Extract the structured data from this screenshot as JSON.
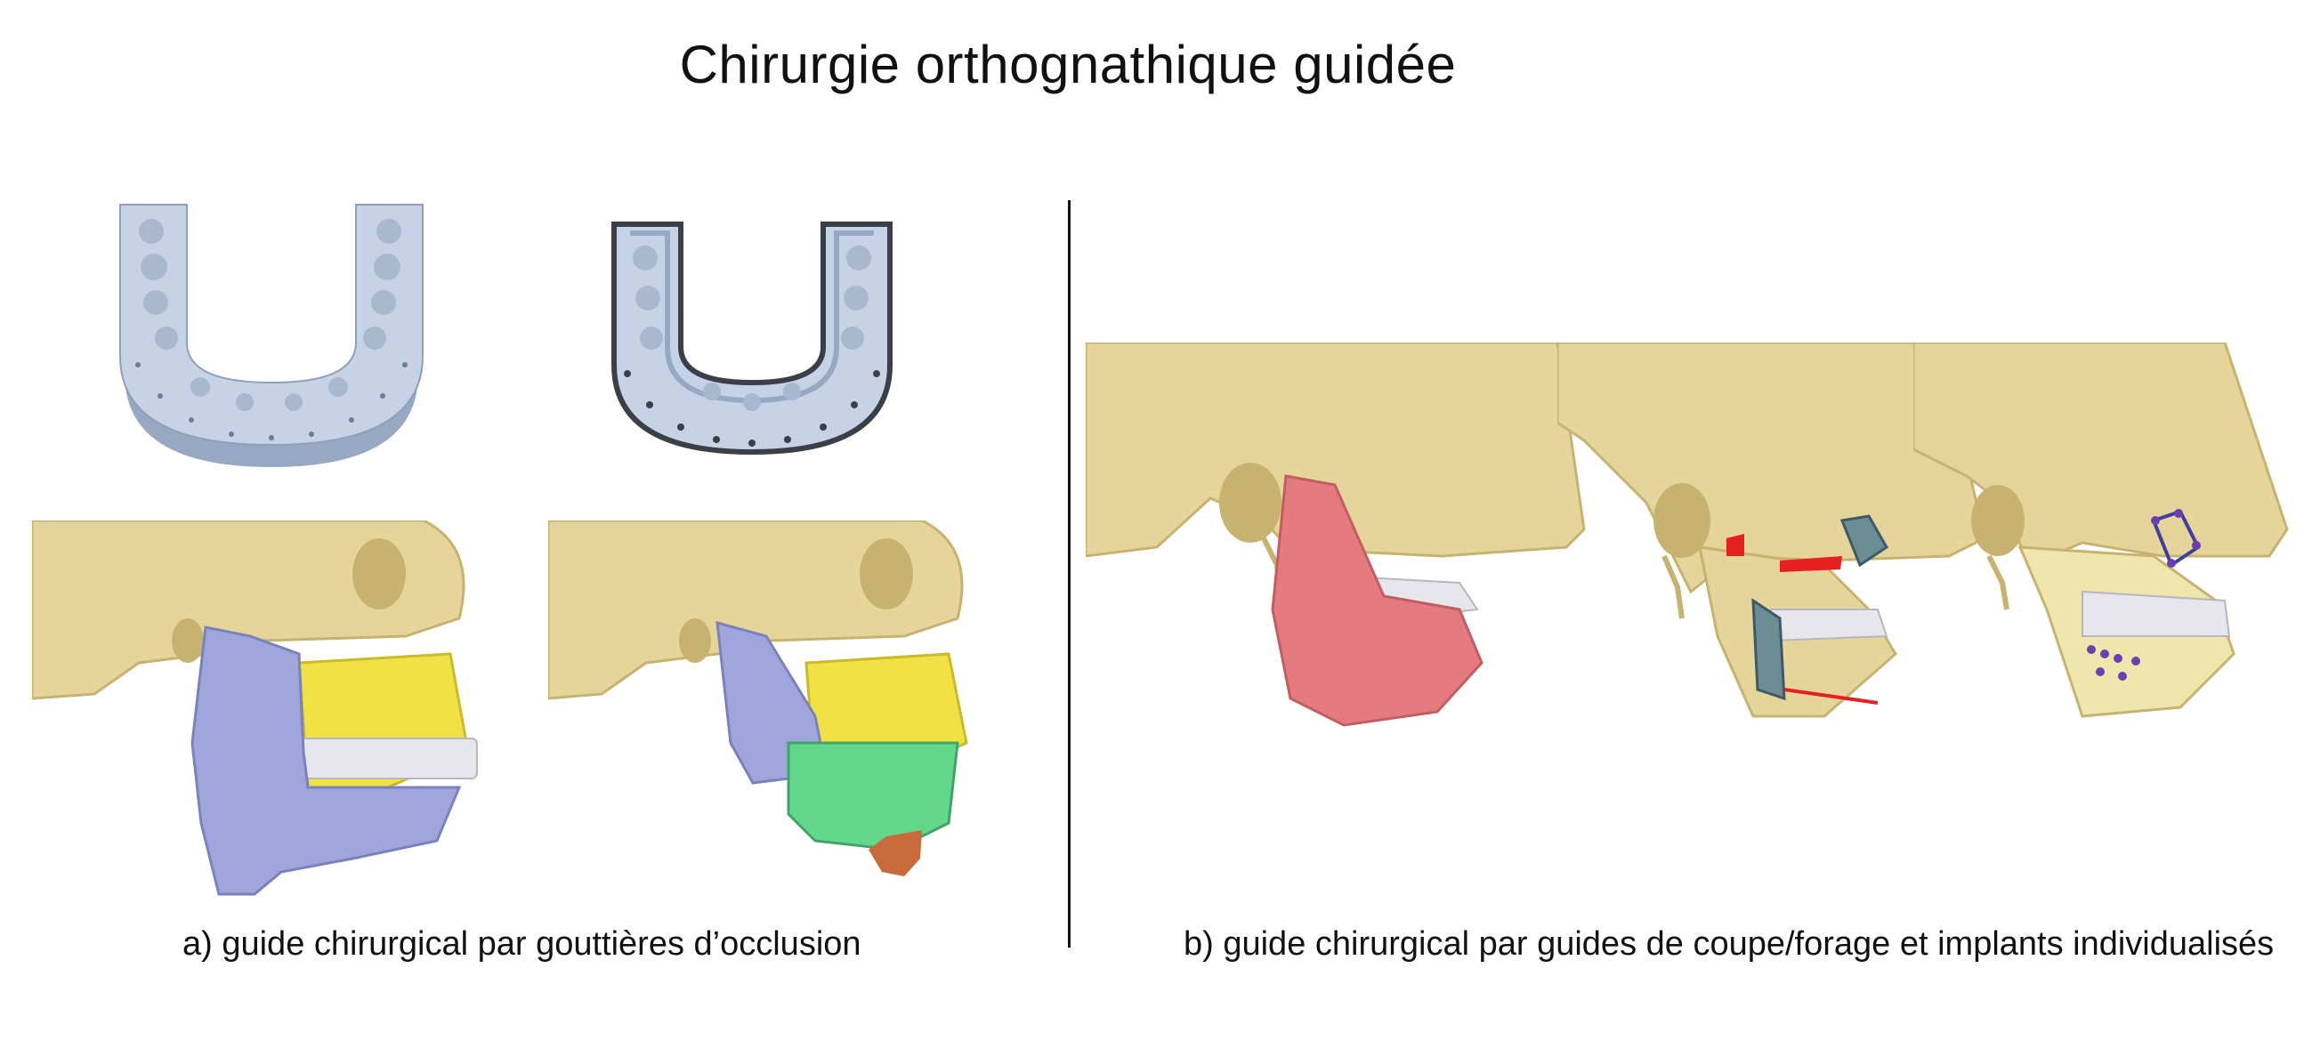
{
  "title": "Chirurgie orthognathique guidée",
  "panels": [
    {
      "caption": "a) guide chirurgical par gouttières d’occlusion"
    },
    {
      "caption": "b) guide chirurgical par guides de coupe/forage et implants individualisés"
    }
  ],
  "colors": {
    "splint": "#c6d3e6",
    "splint_shade": "#97a8c2",
    "skull": "#e6d59a",
    "skull_shade": "#c7b36f",
    "mandible_blue": "#9ea6dc",
    "maxilla_yellow": "#f0e245",
    "segment_green": "#63d88c",
    "chin_orange": "#c86a3a",
    "mandible_pink": "#e47b80",
    "teeth": "#e6e6ec",
    "plate": "#6c8c96",
    "cut_red": "#e5211f",
    "screw_purple": "#6a3fb0"
  }
}
